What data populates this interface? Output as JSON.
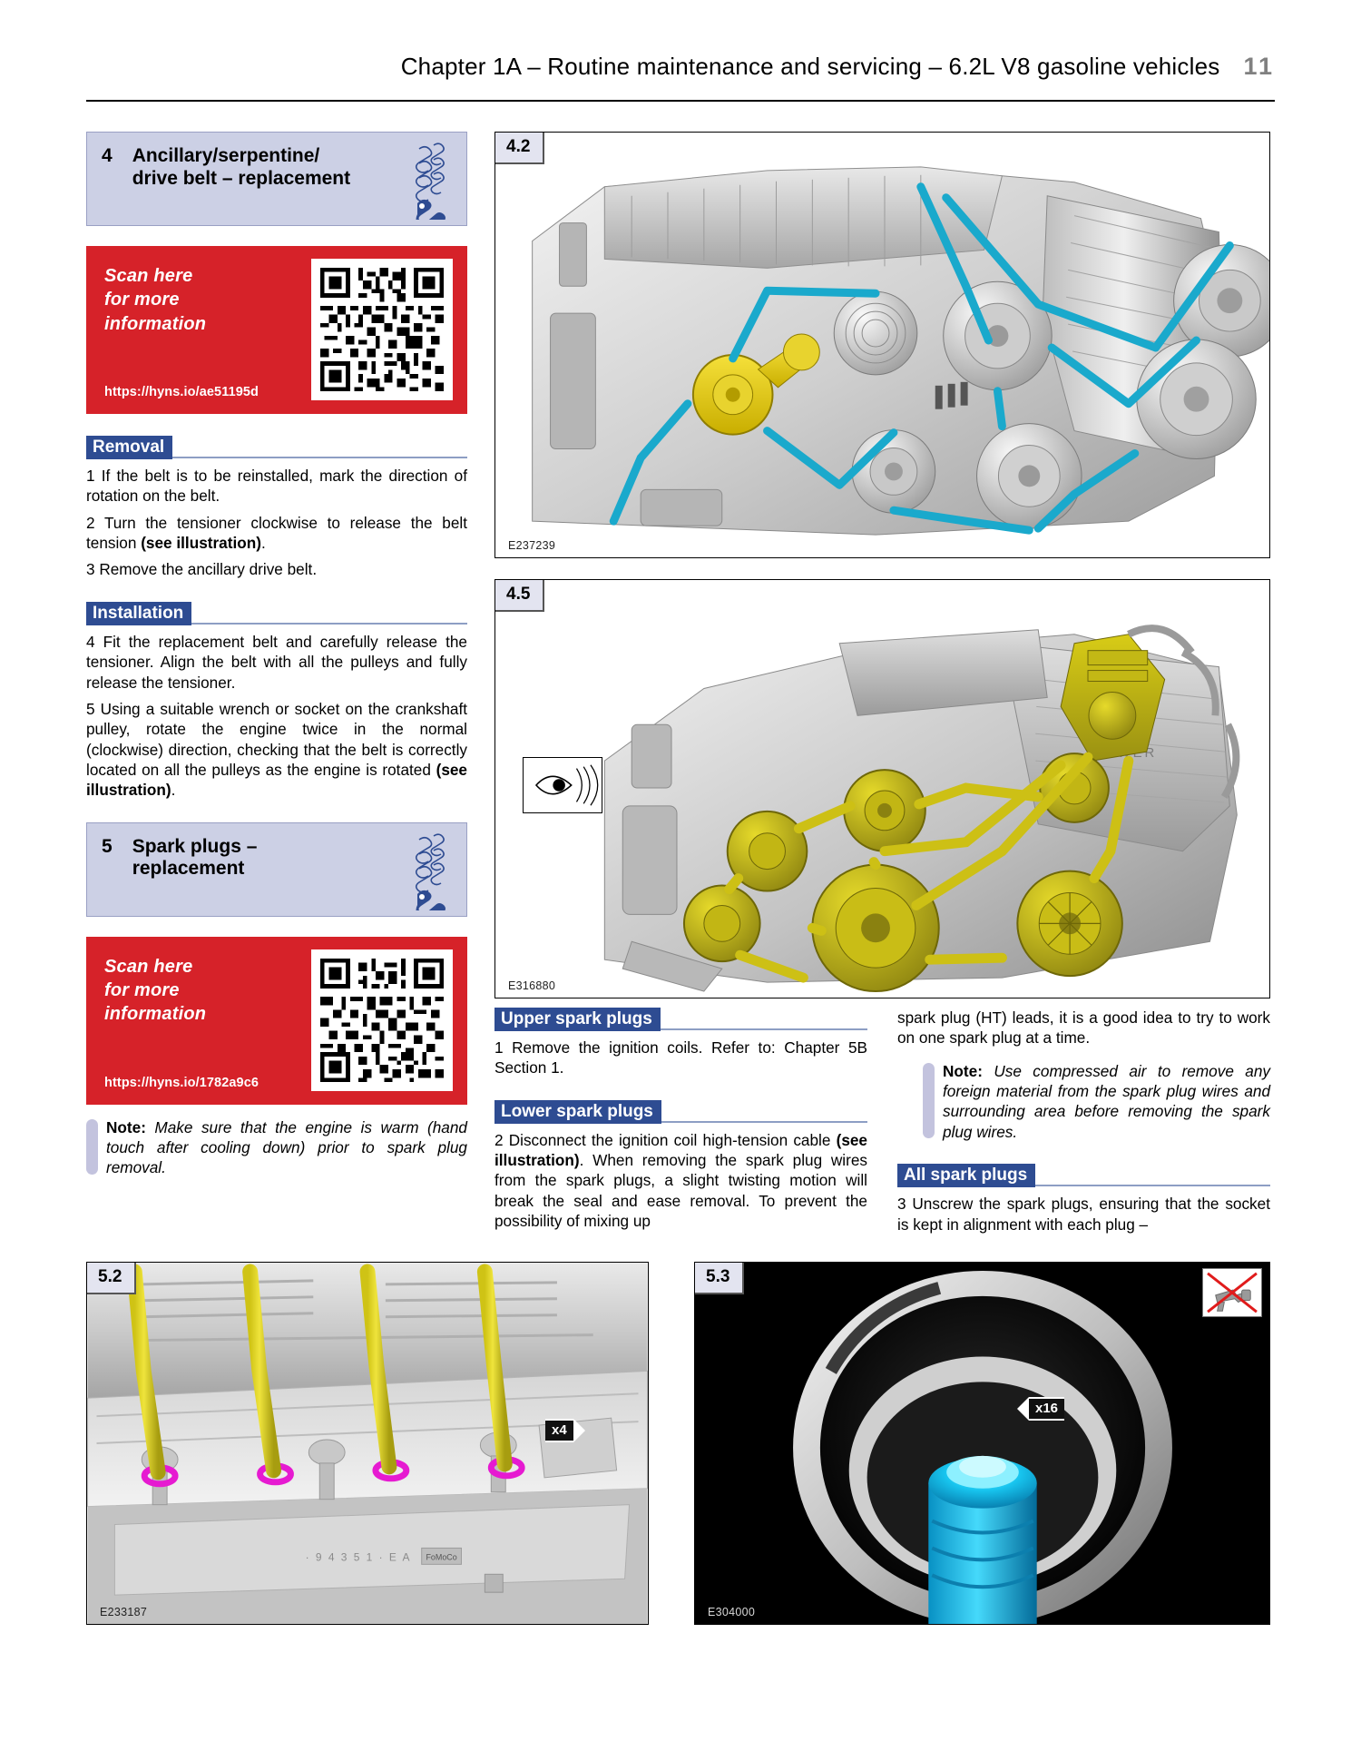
{
  "header": {
    "title": "Chapter 1A – Routine maintenance and servicing – 6.2L V8 gasoline vehicles",
    "page_number": "11"
  },
  "colors": {
    "section_box_bg": "#ccd0e5",
    "subhead_blue": "#2e4c92",
    "promo_red": "#d62229",
    "note_bar": "#c3c3de",
    "page_number_gray": "#808080"
  },
  "sections": [
    {
      "number": "4",
      "title": "Ancillary/serpentine/ drive belt – replacement",
      "difficulty_icon": "spanner-rating-icon"
    },
    {
      "number": "5",
      "title": "Spark plugs – replacement",
      "difficulty_icon": "spanner-rating-icon"
    }
  ],
  "promos": [
    {
      "heading": "Scan here for more information",
      "line1": "Scan here",
      "line2": "for more",
      "line3": "information",
      "url": "https://hyns.io/ae51195d",
      "icon": "qr-code-icon"
    },
    {
      "heading": "Scan here for more information",
      "line1": "Scan here",
      "line2": "for more",
      "line3": "information",
      "url": "https://hyns.io/1782a9c6",
      "icon": "qr-code-icon"
    }
  ],
  "subheads": {
    "removal": "Removal",
    "installation": "Installation",
    "upper_spark_plugs": "Upper spark plugs",
    "lower_spark_plugs": "Lower spark plugs",
    "all_spark_plugs": "All spark plugs"
  },
  "steps": {
    "s1": "1 If the belt is to be reinstalled, mark the direction of rotation on the belt.",
    "s2_a": "2 Turn the tensioner clockwise to release the belt tension ",
    "s2_b": "(see illustration)",
    "s2_c": ".",
    "s3": "3 Remove the ancillary drive belt.",
    "s4": "4 Fit the replacement belt and carefully release the tensioner. Align the belt with all the pulleys and fully release the tensioner.",
    "s5_a": "5 Using a suitable wrench or socket on the crankshaft pulley, rotate the engine twice in the normal (clockwise) direction, checking that the belt is correctly located on all the pulleys as the engine is rotated ",
    "s5_b": "(see illustration)",
    "s5_c": ".",
    "p1": "1 Remove the ignition coils. Refer to: Chapter 5B Section 1.",
    "p2_a": "2 Disconnect the ignition coil high-tension cable ",
    "p2_b": "(see illustration)",
    "p2_c": ". When removing the spark plug wires from the spark plugs, a slight twisting motion will break the seal and ease removal. To prevent the possibility of mixing up",
    "p2_cont": "spark plug (HT) leads, it is a good idea to try to work on one spark plug at a time.",
    "p3": "3 Unscrew the spark plugs, ensuring that the socket is kept in alignment with each plug –"
  },
  "notes": [
    {
      "label": "Note:",
      "text": " Make sure that the engine is warm (hand touch after cooling down) prior to spark plug removal."
    },
    {
      "label": "Note:",
      "text": " Use compressed air to remove any foreign material from the spark plug wires and surrounding area before removing the spark plug wires."
    }
  ],
  "figures": [
    {
      "label": "4.2",
      "code": "E237239",
      "caption_alt": "Engine front view with serpentine drive belt routing highlighted in blue and tensioner in yellow"
    },
    {
      "label": "4.5",
      "code": "E316880",
      "caption_alt": "Engine with ancillary drive belt and pulleys highlighted in yellow",
      "overlay_icon": "eye-view-icon"
    },
    {
      "label": "5.2",
      "code": "E233187",
      "caption_alt": "Cylinder head cover with four yellow spark plug wires connected",
      "callout": "x4"
    },
    {
      "label": "5.3",
      "code": "E304000",
      "caption_alt": "Spark plug socket in cylinder head bore, spark plug highlighted in cyan",
      "callout": "x16",
      "overlay_icon": "no-impact-wrench-icon"
    }
  ]
}
